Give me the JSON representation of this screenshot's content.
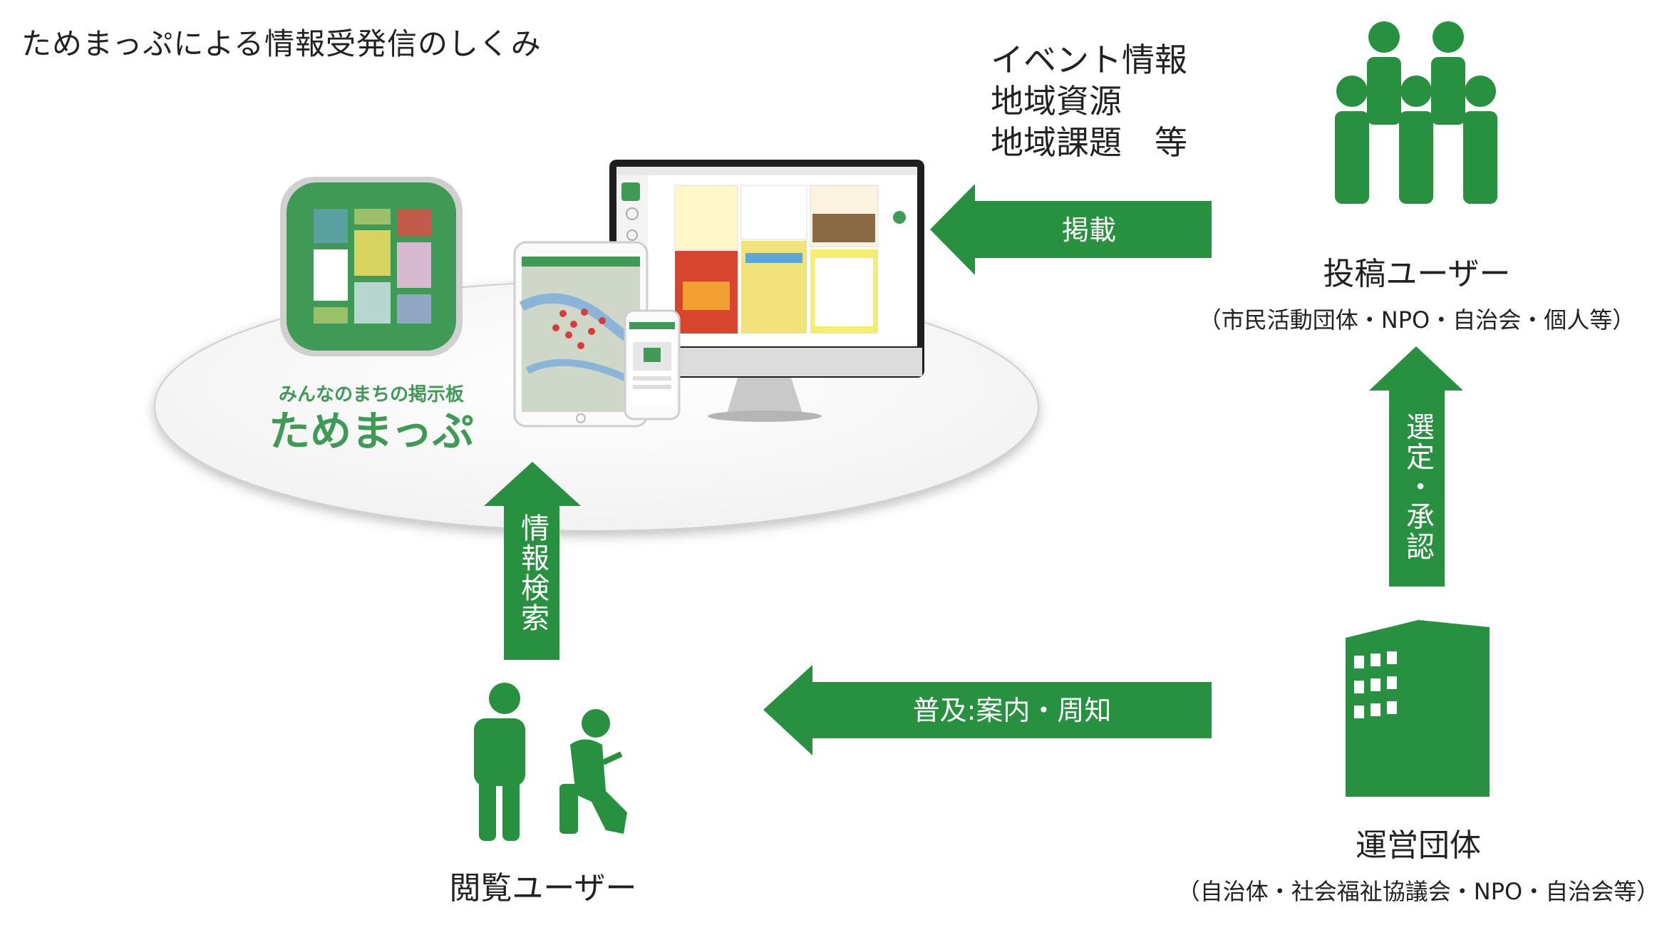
{
  "title": "ためまっぷによる情報受発信のしくみ",
  "posted_info": {
    "items": [
      "イベント情報",
      "地域資源",
      "地域課題　等"
    ]
  },
  "app": {
    "tagline": "みんなのまちの掲示板",
    "name": "ためまっぷ"
  },
  "arrows": {
    "publish": "掲載",
    "select": "選定・承認",
    "search": "情報検索",
    "promote": "普及:案内・周知"
  },
  "actors": {
    "posting": {
      "label": "投稿ユーザー",
      "sub": "（市民活動団体・NPO・自治会・個人等）"
    },
    "viewing": {
      "label": "閲覧ユーザー"
    },
    "operator": {
      "label": "運営団体",
      "sub": "（自治体・社会福祉協議会・NPO・自治会等）"
    }
  },
  "colors": {
    "green": "#27913f",
    "app_green": "#3f9a55",
    "text": "#222222"
  },
  "icons": [
    "app-icon",
    "devices",
    "people-group-icon",
    "viewing-users-icon",
    "building-icon"
  ]
}
